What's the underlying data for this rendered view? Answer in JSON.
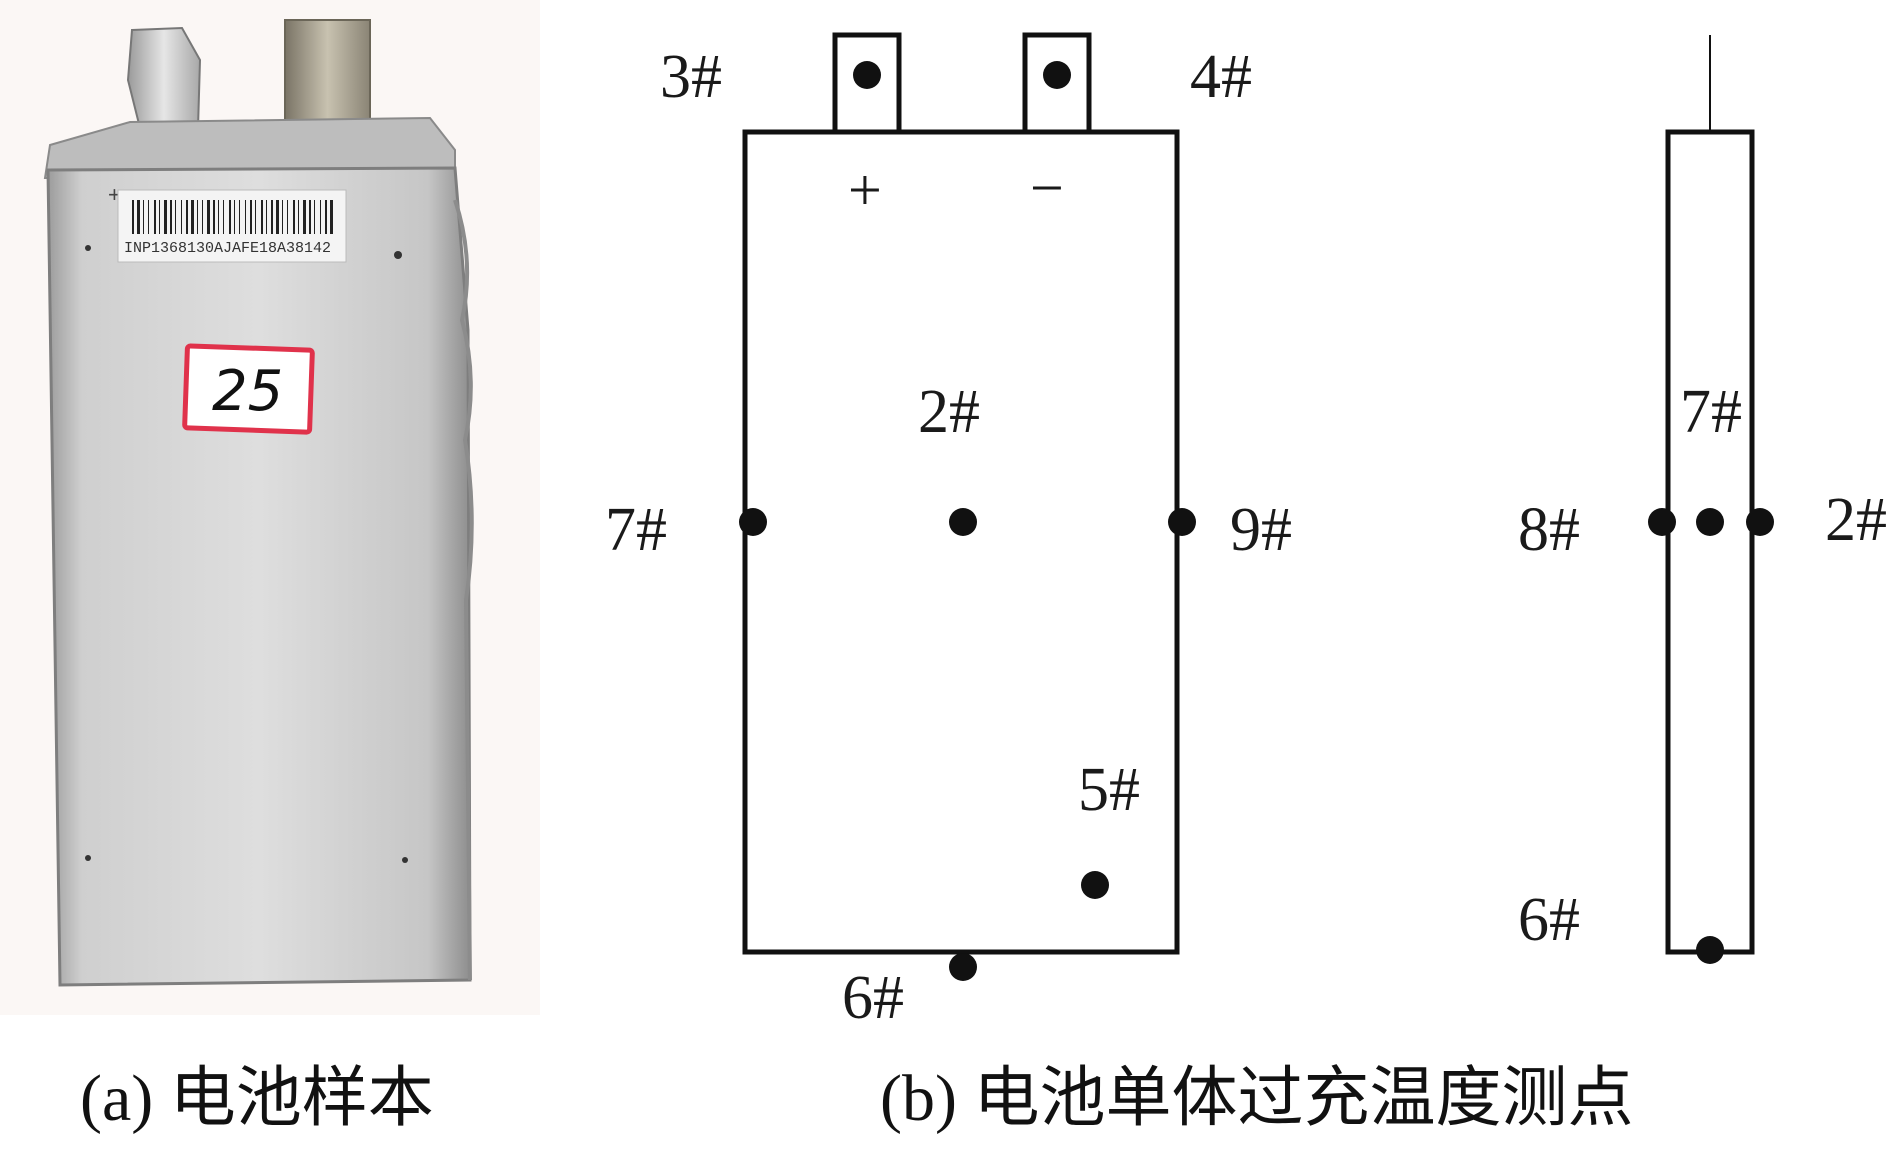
{
  "photo": {
    "barcode_text": "INP1368130AJAFE18A38142",
    "tag_text": "25",
    "polarity_plus": "+",
    "polarity_minus": "-"
  },
  "front_view": {
    "terminal_plus": "+",
    "terminal_minus": "−",
    "points": {
      "p3": "3#",
      "p4": "4#",
      "p2": "2#",
      "p7": "7#",
      "p9": "9#",
      "p5": "5#",
      "p6": "6#"
    }
  },
  "side_view": {
    "points": {
      "p7": "7#",
      "p8": "8#",
      "p2": "2#",
      "p6": "6#"
    }
  },
  "captions": {
    "a": "(a) 电池样本",
    "b": "(b) 电池单体过充温度测点"
  },
  "colors": {
    "stroke": "#111111",
    "battery_body": "#c9c9c9",
    "tag_border": "#e0324b"
  }
}
